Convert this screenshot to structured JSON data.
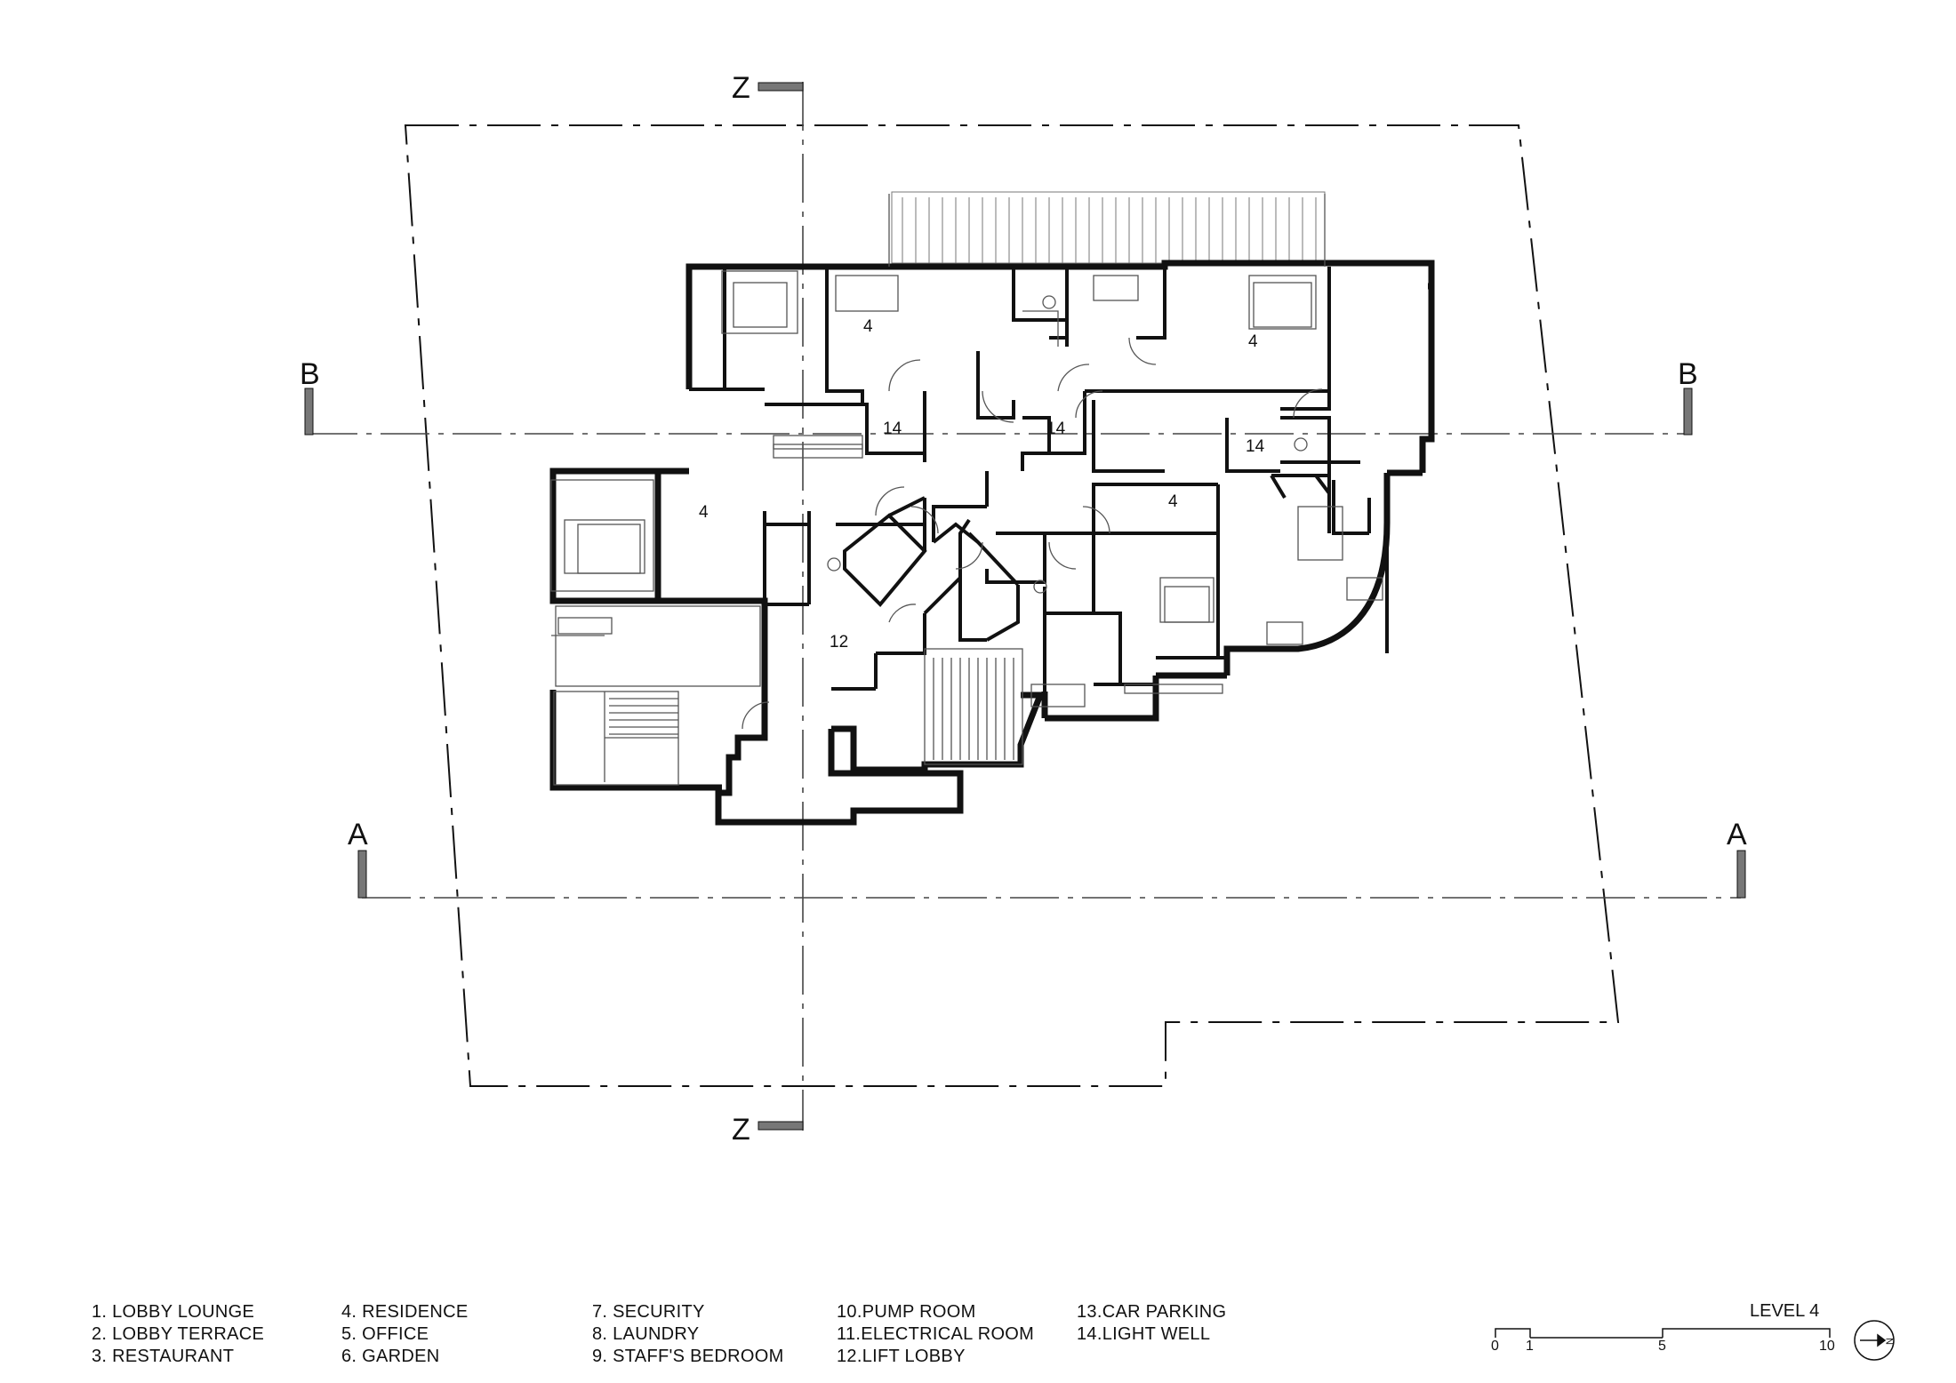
{
  "section_markers": {
    "top": "Z",
    "bottom": "Z",
    "left_b": "B",
    "right_b": "B",
    "left_a": "A",
    "right_a": "A"
  },
  "room_numbers": {
    "residence_nw": "4",
    "residence_ne": "4",
    "residence_w": "4",
    "residence_e": "4",
    "light_well_1": "14",
    "light_well_2": "14",
    "light_well_3": "14",
    "lift_lobby": "12"
  },
  "legend": {
    "col1": [
      "1. LOBBY LOUNGE",
      "2. LOBBY TERRACE",
      "3. RESTAURANT"
    ],
    "col2": [
      "4. RESIDENCE",
      "5. OFFICE",
      "6. GARDEN"
    ],
    "col3": [
      "7. SECURITY",
      "8. LAUNDRY",
      "9. STAFF'S  BEDROOM"
    ],
    "col4": [
      "10.PUMP ROOM",
      "11.ELECTRICAL ROOM",
      "12.LIFT LOBBY"
    ],
    "col5": [
      "13.CAR PARKING",
      "14.LIGHT WELL"
    ]
  },
  "level_label": "LEVEL 4",
  "scale_bar": {
    "marks": [
      "0",
      "1",
      "5",
      "10"
    ]
  },
  "north_arrow": {
    "label": "N"
  },
  "colors": {
    "line": "#111111",
    "marker": "#777777"
  }
}
